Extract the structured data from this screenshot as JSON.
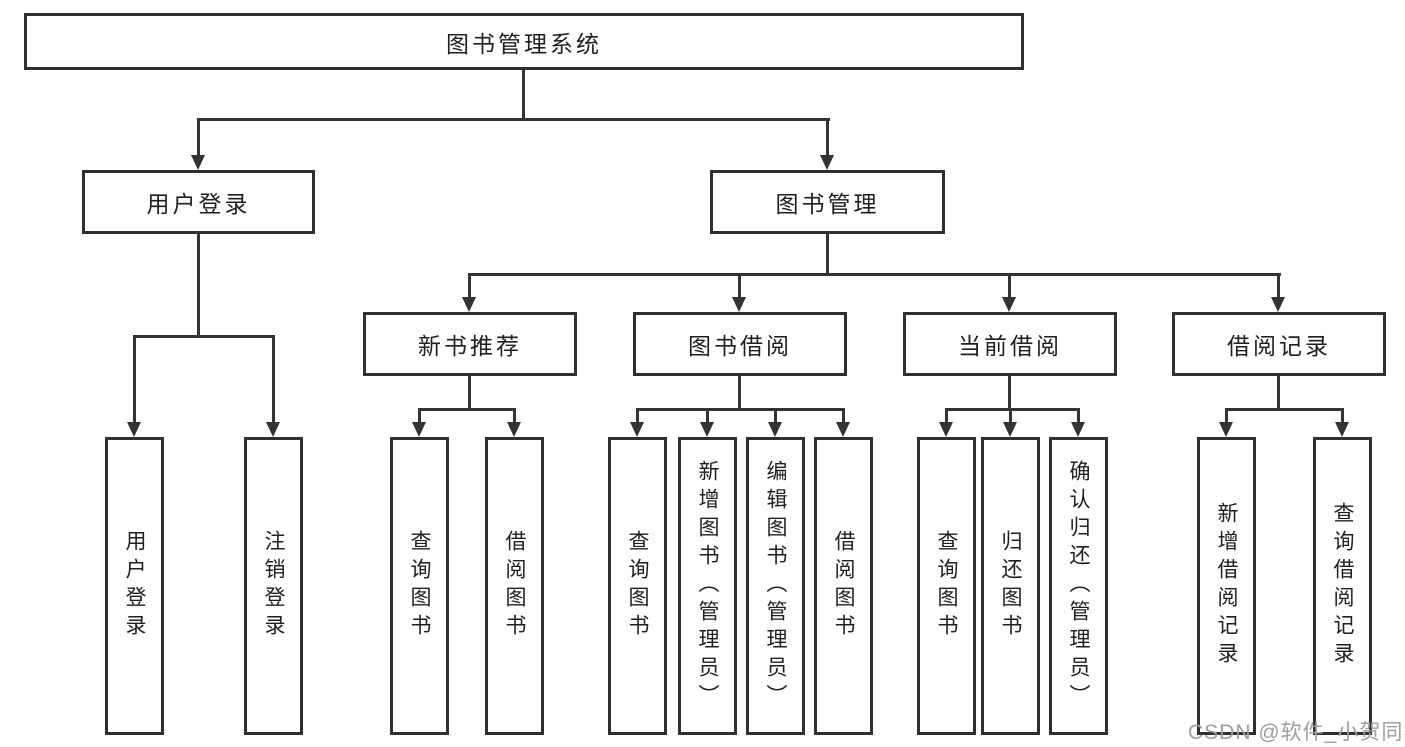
{
  "diagram": {
    "root": {
      "label": "图书管理系统"
    },
    "user_login": {
      "label": "用户登录",
      "children": [
        "用户登录",
        "注销登录"
      ]
    },
    "book_mgmt": {
      "label": "图书管理"
    },
    "new_books": {
      "label": "新书推荐",
      "children": [
        "查询图书",
        "借阅图书"
      ]
    },
    "book_borrow": {
      "label": "图书借阅",
      "children": [
        "查询图书",
        "新增图书（管理员）",
        "编辑图书（管理员）",
        "借阅图书"
      ]
    },
    "current_borrow": {
      "label": "当前借阅",
      "children": [
        "查询图书",
        "归还图书",
        "确认归还（管理员）"
      ]
    },
    "borrow_records": {
      "label": "借阅记录",
      "children": [
        "新增借阅记录",
        "查询借阅记录"
      ]
    },
    "colors": {
      "line": "#333333",
      "box_border": "#303030",
      "text": "#1f1f1f",
      "watermark": "#9e9e9e",
      "background": "#ffffff"
    }
  },
  "watermark": {
    "text": "CSDN @软件_小贺同学"
  }
}
